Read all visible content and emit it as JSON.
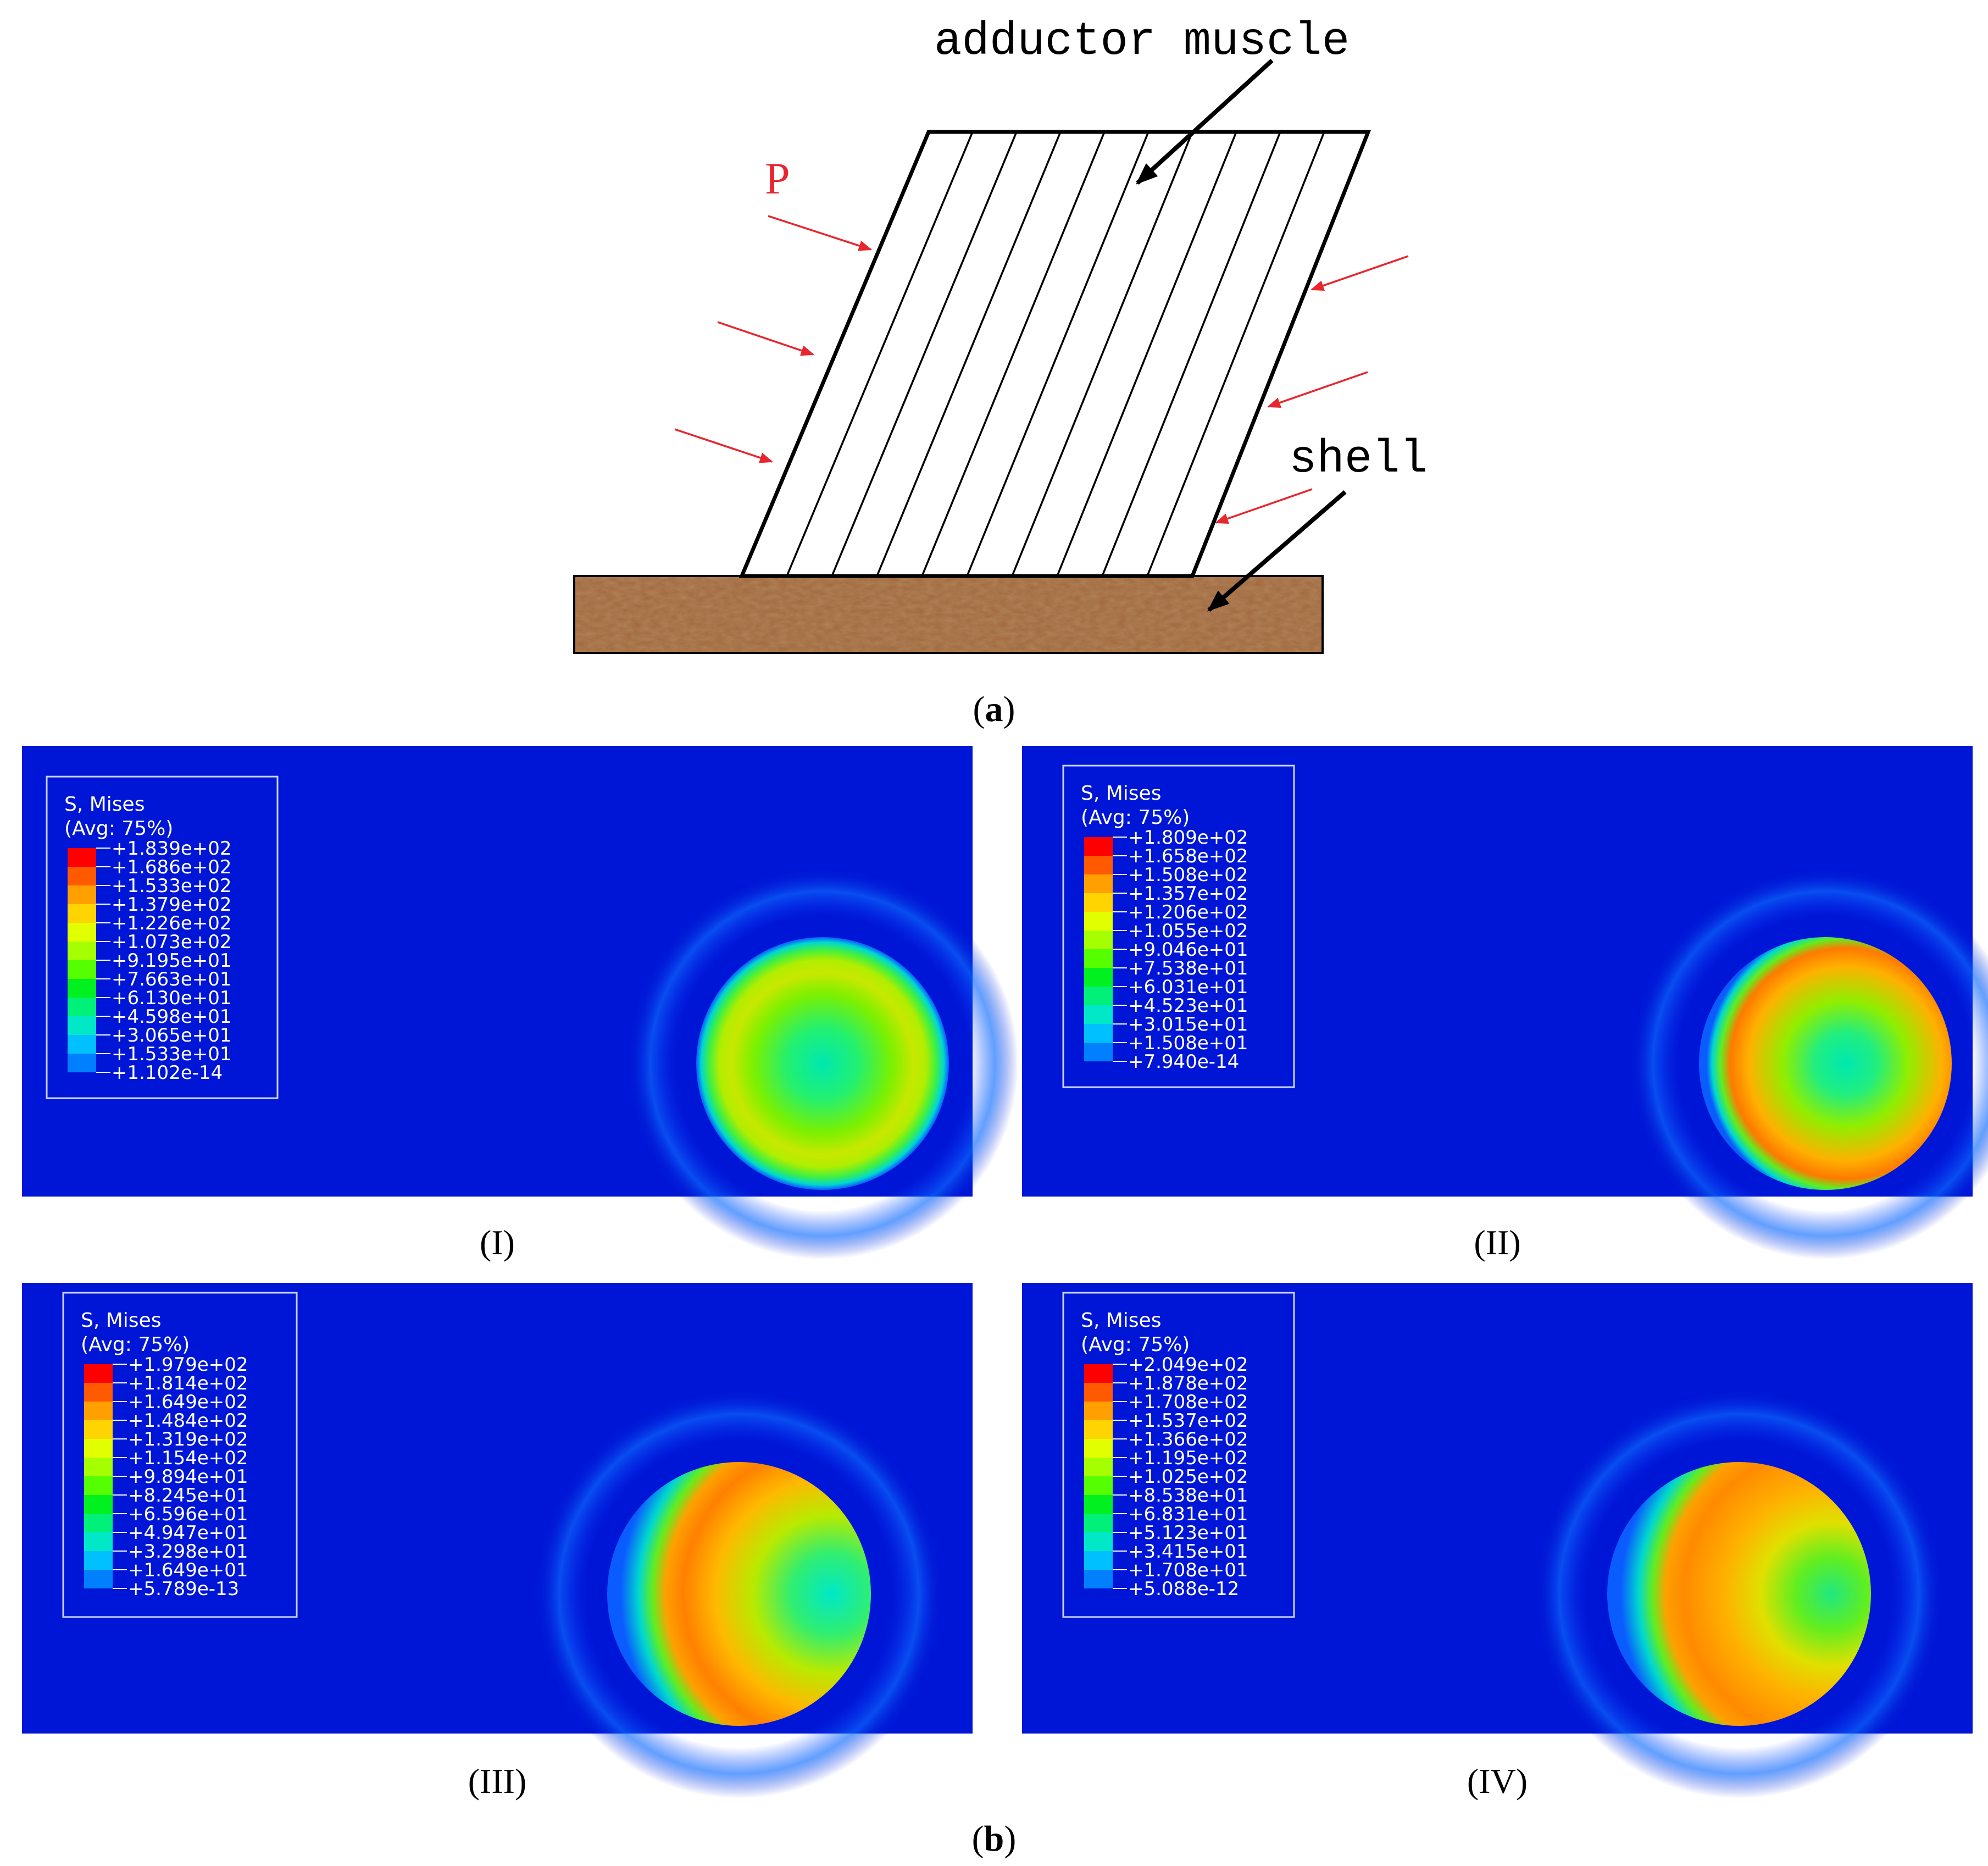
{
  "diagram_a": {
    "labels": {
      "muscle": "adductor muscle",
      "shell": "shell",
      "pressure": "P"
    },
    "caption": "a"
  },
  "diagram_b": {
    "caption": "b",
    "panels": [
      {
        "label": "(I)",
        "legend_title": "S, Mises",
        "legend_subtitle": "(Avg: 75%)",
        "legend_values": [
          "+1.839e+02",
          "+1.686e+02",
          "+1.533e+02",
          "+1.379e+02",
          "+1.226e+02",
          "+1.073e+02",
          "+9.195e+01",
          "+7.663e+01",
          "+6.130e+01",
          "+4.598e+01",
          "+3.065e+01",
          "+1.533e+01",
          "+1.102e-14"
        ]
      },
      {
        "label": "(II)",
        "legend_title": "S, Mises",
        "legend_subtitle": "(Avg: 75%)",
        "legend_values": [
          "+1.809e+02",
          "+1.658e+02",
          "+1.508e+02",
          "+1.357e+02",
          "+1.206e+02",
          "+1.055e+02",
          "+9.046e+01",
          "+7.538e+01",
          "+6.031e+01",
          "+4.523e+01",
          "+3.015e+01",
          "+1.508e+01",
          "+7.940e-14"
        ]
      },
      {
        "label": "(III)",
        "legend_title": "S, Mises",
        "legend_subtitle": "(Avg: 75%)",
        "legend_values": [
          "+1.979e+02",
          "+1.814e+02",
          "+1.649e+02",
          "+1.484e+02",
          "+1.319e+02",
          "+1.154e+02",
          "+9.894e+01",
          "+8.245e+01",
          "+6.596e+01",
          "+4.947e+01",
          "+3.298e+01",
          "+1.649e+01",
          "+5.789e-13"
        ]
      },
      {
        "label": "(IV)",
        "legend_title": "S, Mises",
        "legend_subtitle": "(Avg: 75%)",
        "legend_values": [
          "+2.049e+02",
          "+1.878e+02",
          "+1.708e+02",
          "+1.537e+02",
          "+1.366e+02",
          "+1.195e+02",
          "+1.025e+02",
          "+8.538e+01",
          "+6.831e+01",
          "+5.123e+01",
          "+3.415e+01",
          "+1.708e+01",
          "+5.088e-12"
        ]
      }
    ],
    "colors": {
      "background": "#0016d6",
      "scale": [
        "#ff0000",
        "#ff5a00",
        "#ffa000",
        "#ffd400",
        "#e2ff00",
        "#a6ff00",
        "#55ff00",
        "#00f020",
        "#00f07a",
        "#00e8c8",
        "#00c0ff",
        "#0080ff",
        "#0020ff"
      ],
      "arrow": "#e8262e",
      "shell": "#a0673c"
    }
  }
}
